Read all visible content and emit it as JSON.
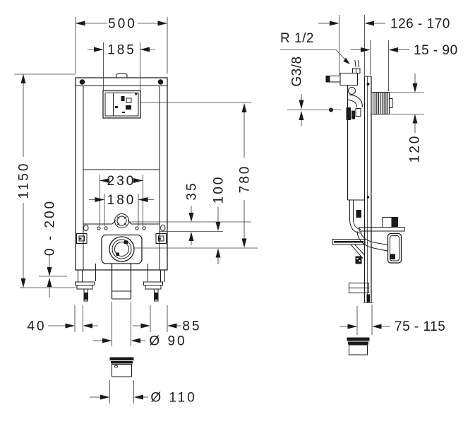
{
  "drawing": {
    "type": "technical-installation-drawing",
    "subject": "wc-installation-frame-with-concealed-cistern",
    "colors": {
      "line": "#1a1a1a",
      "background": "#ffffff"
    }
  },
  "front_view": {
    "width_total": "500",
    "service_opening_width": "185",
    "height_total": "1150",
    "foot_adjustment": "0 - 200",
    "fixing_spacing_outer": "230",
    "fixing_spacing_inner": "180",
    "offset_small": "35",
    "offset_mid": "100",
    "height_connection": "780",
    "offset_left": "40",
    "offset_right": "85",
    "drain_pipe_diameter": "Ø 90",
    "sleeve_diameter": "Ø 110"
  },
  "side_view": {
    "depth_range": "126 - 170",
    "finished_wall_range": "15 - 90",
    "water_supply_thread": "R 1/2",
    "angle_valve_thread": "G3/8",
    "actuator_box_height": "120",
    "outlet_distance_range": "75 - 115"
  }
}
